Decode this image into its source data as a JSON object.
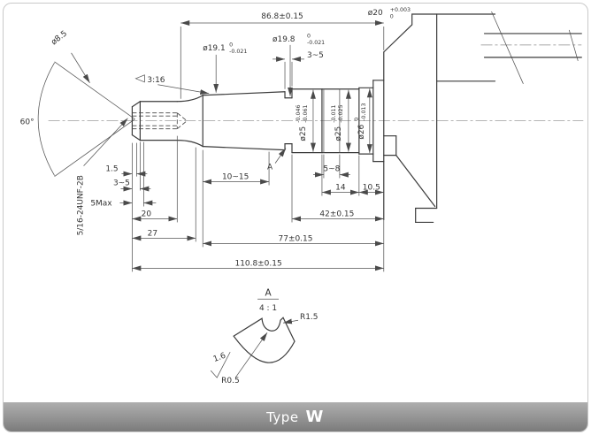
{
  "footer": {
    "type_label": "Type",
    "type_value": "W"
  },
  "dims": {
    "len868": "86.8±0.15",
    "len1108": "110.8±0.15",
    "len77": "77±0.15",
    "len42": "42±0.15",
    "len27": "27",
    "len20": "20",
    "len14": "14",
    "len105": "10.5",
    "range1015": "10~15",
    "range58": "5~8",
    "range35top": "3~5",
    "range35left": "3~5",
    "len15": "1.5",
    "max5": "5Max",
    "thread": "5/16-24UNF-2B",
    "taper": "3:16",
    "angle": "60°",
    "dia85": "ø8.5",
    "dia20": {
      "v": "ø20",
      "hi": "+0.003",
      "lo": "0"
    },
    "dia198": {
      "v": "ø19.8",
      "hi": "0",
      "lo": "-0.021"
    },
    "dia191": {
      "v": "ø19.1",
      "hi": "0",
      "lo": "-0.021"
    },
    "dia25a": {
      "v": "ø25",
      "hi": "-0.046",
      "lo": "-0.061"
    },
    "dia25b": {
      "v": "ø25",
      "hi": "-0.011",
      "lo": "-0.025"
    },
    "dia26": {
      "v": "ø26",
      "hi": "0",
      "lo": "-0.013"
    },
    "sectionA": "A"
  },
  "detail": {
    "label": "A",
    "scale": "4 : 1",
    "r15": "R1.5",
    "roughness": "1.6",
    "r05": "R0.5"
  }
}
